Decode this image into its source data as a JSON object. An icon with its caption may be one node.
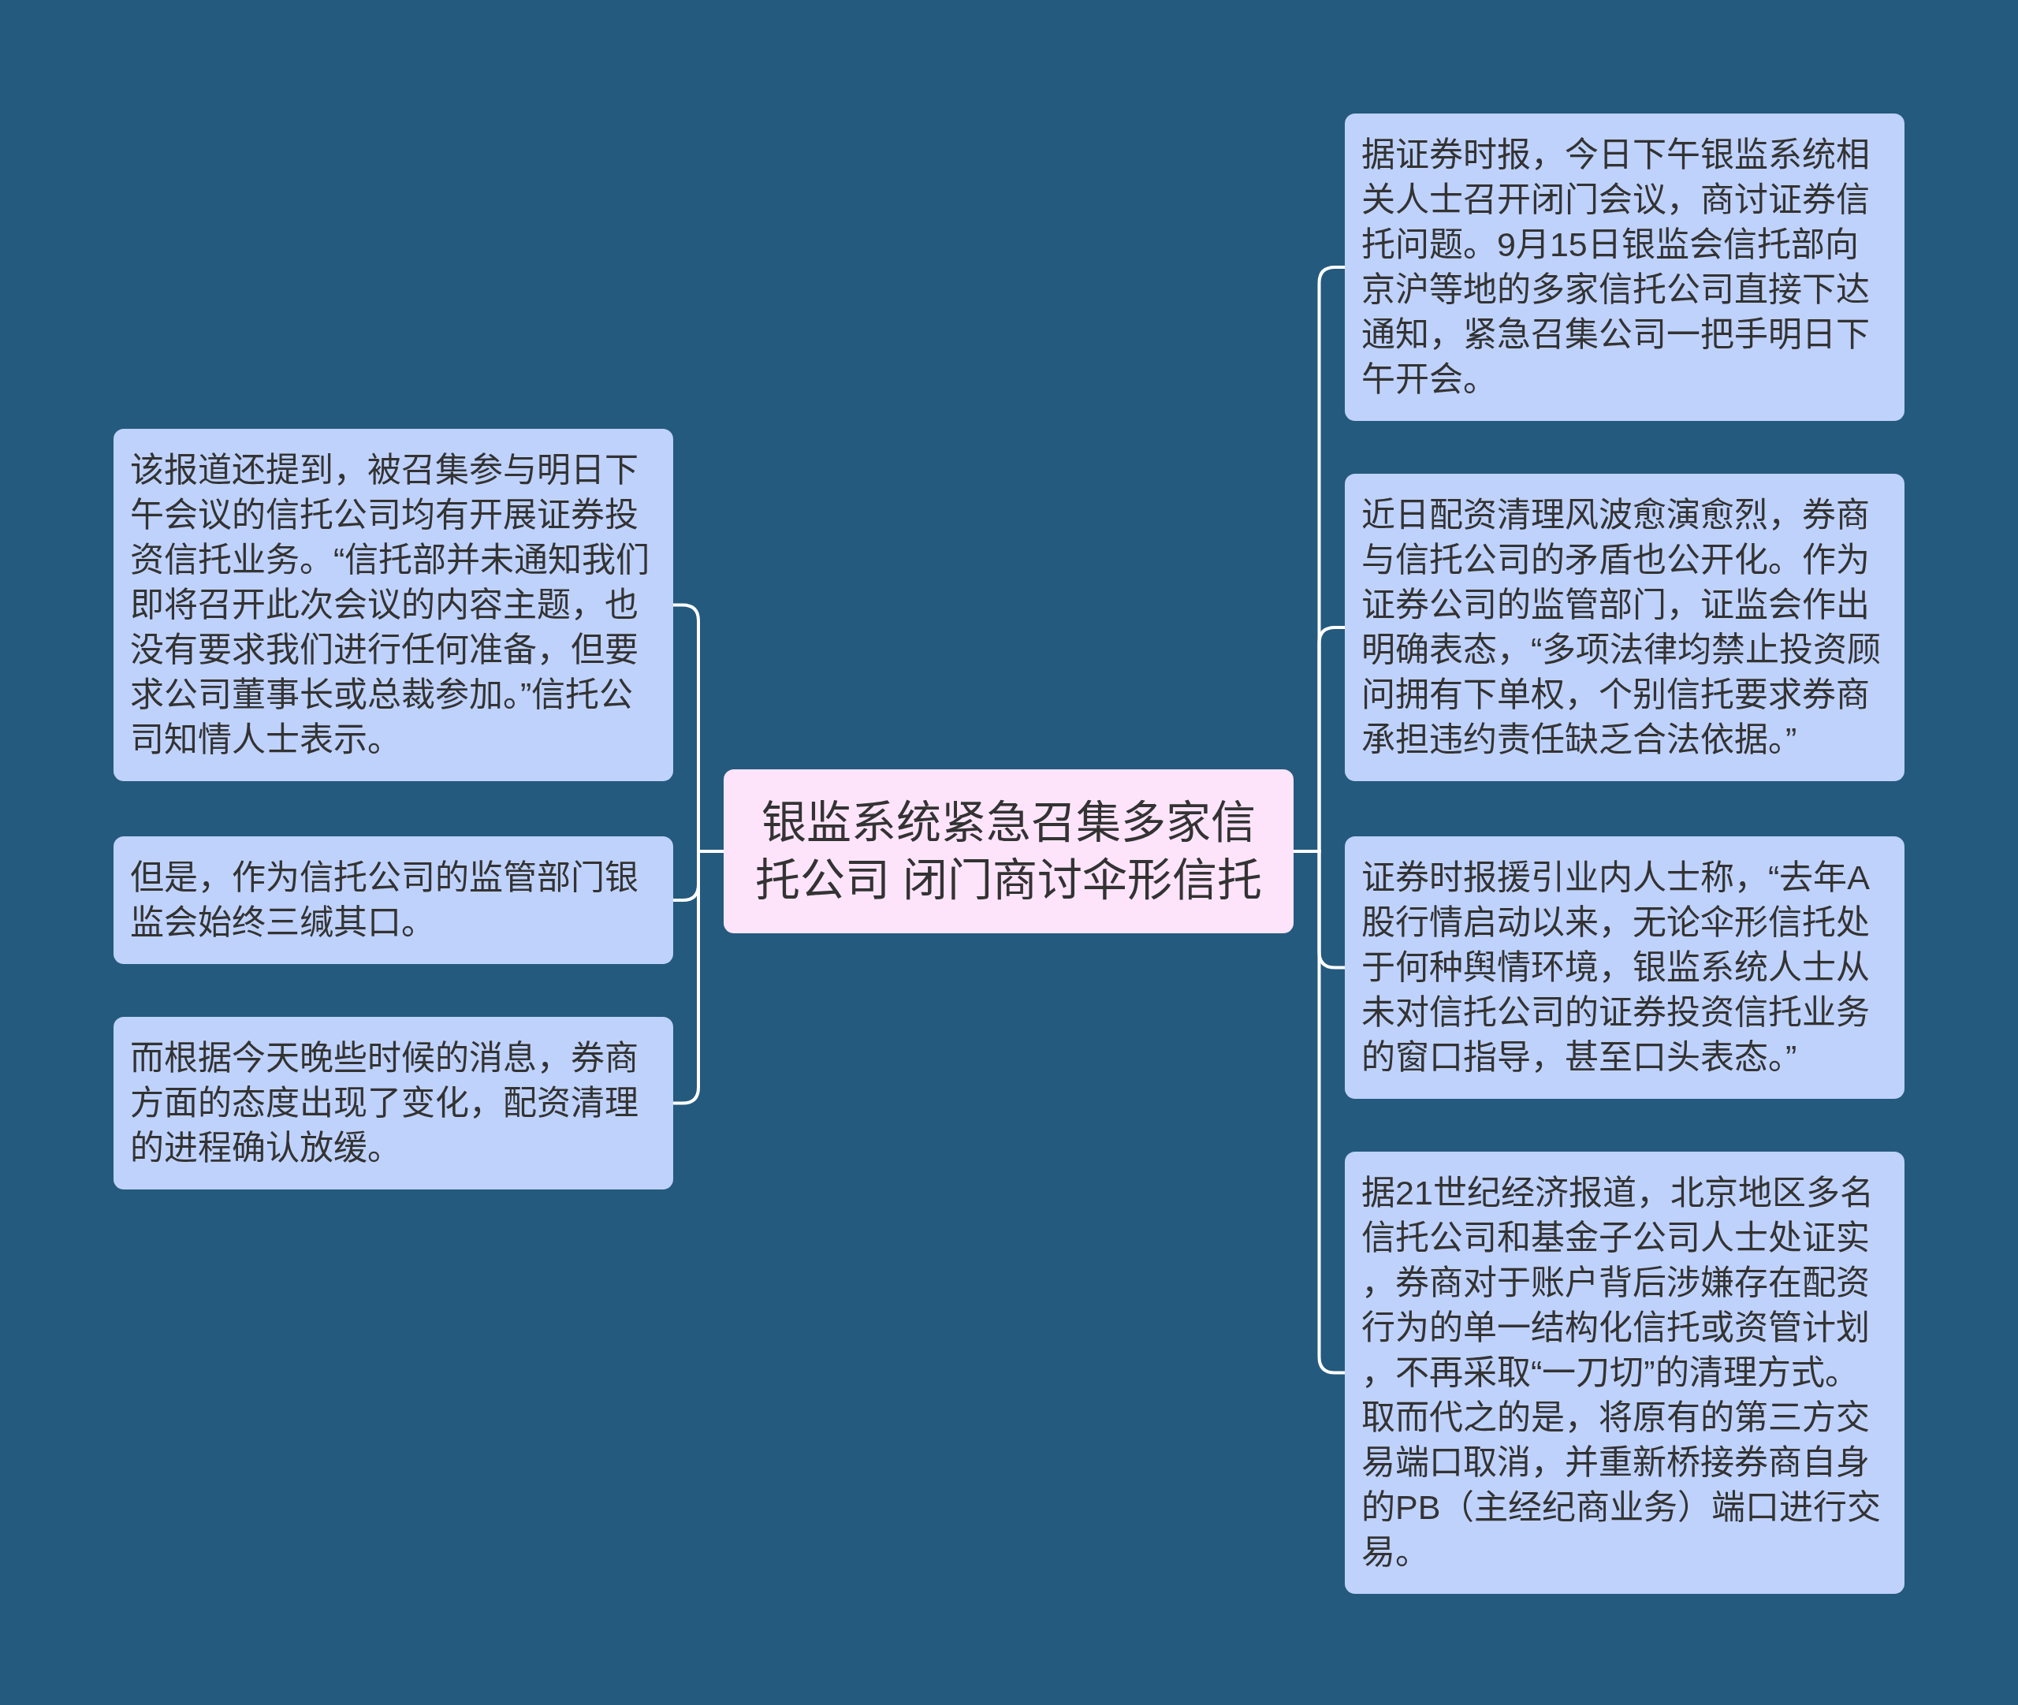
{
  "diagram": {
    "nodes": [
      {
        "text": [
          "银监系统紧急召集多家信托公司 闭门商讨伞形信托"
        ]
      },
      {
        "text": [
          "该报道还提到，被召集参与明日下午会议的信托公司均有开展证券投资信托业务。“信托部并未通知我们即将召开此次会议的内容主题，也没有要求我们进行任何准备，但要求公司董事长或总裁参加。”信托公司知情人士表示。"
        ]
      },
      {
        "text": [
          "但是，作为信托公司的监管部门银监会始终三缄其口。"
        ]
      },
      {
        "text": [
          "而根据今天晚些时候的消息，券商方面的态度出现了变化，配资清理的进程确认放缓。"
        ]
      },
      {
        "text": [
          "据证券时报，今日下午银监系统相关人士召开闭门会议，商讨证券信托问题。9月15日银监会信托部向京沪等地的多家信托公司直接下达通知，紧急召集公司一把手明日下午开会。"
        ]
      },
      {
        "text": [
          "近日配资清理风波愈演愈烈，券商与信托公司的矛盾也公开化。作为证券公司的监管部门，证监会作出明确表态，“多项法律均禁止投资顾问拥有下单权，个别信托要求券商承担违约责任缺乏合法依据。”"
        ]
      },
      {
        "text": [
          "证券时报援引业内人士称，“去年A股行情启动以来，无论伞形信托处于何种舆情环境，银监系统人士从未对信托公司的证券投资信托业务的窗口指导，甚至口头表态。”"
        ]
      },
      {
        "text": [
          "据21世纪经济报道，北京地区多名信托公司和基金子公司人士处证实，券商对于账户背后涉嫌存在配资行为的单一结构化信托或资管计划，不再采取“一刀切”的清理方式。取而代之的是，将原有的第三方交易端口取消，并重新桥接券商自身的PB（主经纪商业务）端口进行交易。"
        ]
      }
    ],
    "edges": [
      {
        "from": 0,
        "to": 1,
        "arrow": "none"
      },
      {
        "from": 0,
        "to": 2,
        "arrow": "none"
      },
      {
        "from": 0,
        "to": 3,
        "arrow": "none"
      },
      {
        "from": 0,
        "to": 4,
        "arrow": "none"
      },
      {
        "from": 0,
        "to": 5,
        "arrow": "none"
      },
      {
        "from": 0,
        "to": 6,
        "arrow": "none"
      },
      {
        "from": 0,
        "to": 7,
        "arrow": "none"
      }
    ]
  }
}
